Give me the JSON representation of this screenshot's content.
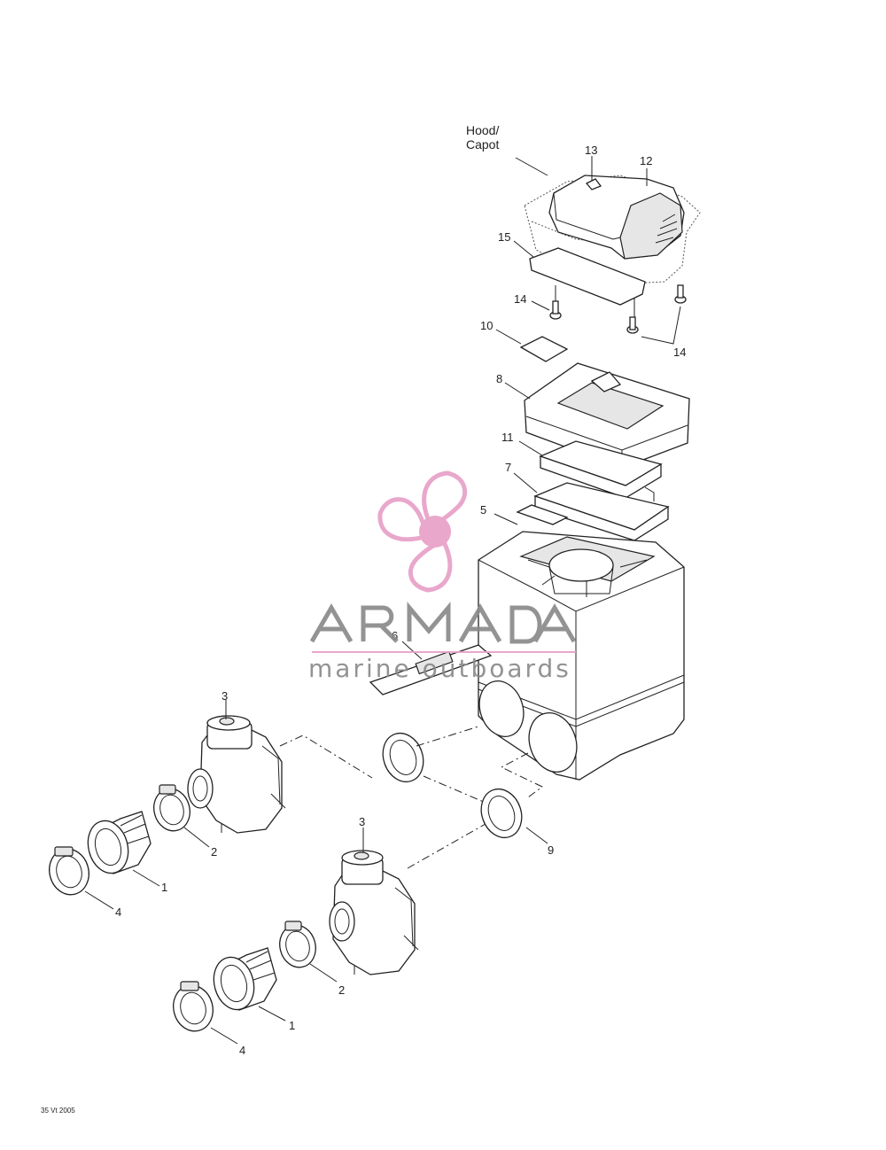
{
  "diagram": {
    "hood_label_line1": "Hood/",
    "hood_label_line2": "Capot",
    "footer_code": "35 Vt 2005",
    "callouts": {
      "c13": "13",
      "c12": "12",
      "c15": "15",
      "c14a": "14",
      "c14b": "14",
      "c10": "10",
      "c8": "8",
      "c11": "11",
      "c7": "7",
      "c5": "5",
      "c6": "6",
      "c3a": "3",
      "c3b": "3",
      "c2a": "2",
      "c2b": "2",
      "c1a": "1",
      "c1b": "1",
      "c4a": "4",
      "c4b": "4",
      "c9": "9"
    }
  },
  "watermark": {
    "brand": "ARMADA",
    "tagline": "marine outboards",
    "logo_color": "#e8a0c8",
    "text_color": "#8a8a8a"
  }
}
